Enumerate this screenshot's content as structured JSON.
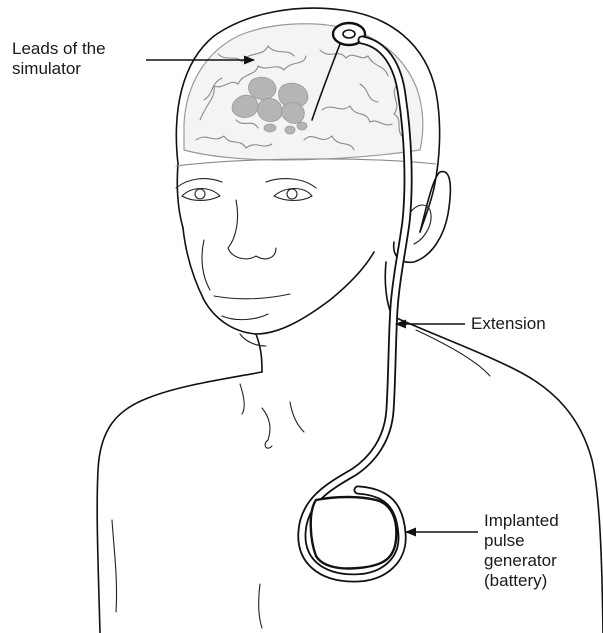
{
  "labels": {
    "leads": "Leads of the\nsimulator",
    "extension": "Extension",
    "battery": "Implanted\npulse\ngenerator\n(battery)"
  },
  "colors": {
    "ink": "#111111",
    "brain_fill": "#f4f4f4",
    "brain_nuclei": "#b5b5b5",
    "brain_folds": "#8a8a8a"
  }
}
